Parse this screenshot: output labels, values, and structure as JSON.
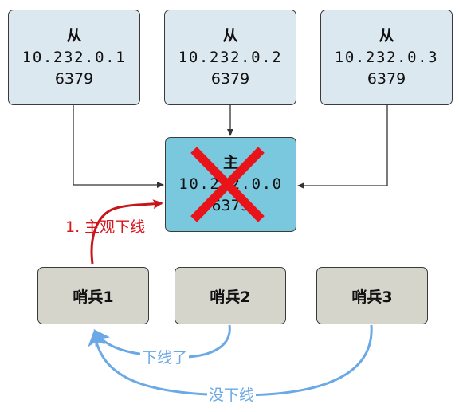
{
  "slaves": [
    {
      "role": "从",
      "ip": "10.232.0.1",
      "port": "6379"
    },
    {
      "role": "从",
      "ip": "10.232.0.2",
      "port": "6379"
    },
    {
      "role": "从",
      "ip": "10.232.0.3",
      "port": "6379"
    }
  ],
  "master": {
    "role": "主",
    "ip": "10.232.0.0",
    "port": "6379"
  },
  "sentinels": [
    {
      "label": "哨兵1"
    },
    {
      "label": "哨兵2"
    },
    {
      "label": "哨兵3"
    }
  ],
  "annotations": {
    "subjective_down": "1. 主观下线",
    "went_down": "下线了",
    "not_down": "没下线"
  },
  "colors": {
    "slave_fill": "#dce8f0",
    "master_fill": "#7ac8de",
    "sentinel_fill": "#d6d5cc",
    "red": "#d9151b",
    "blue": "#6aa9e6",
    "cross": "#e8141a"
  }
}
